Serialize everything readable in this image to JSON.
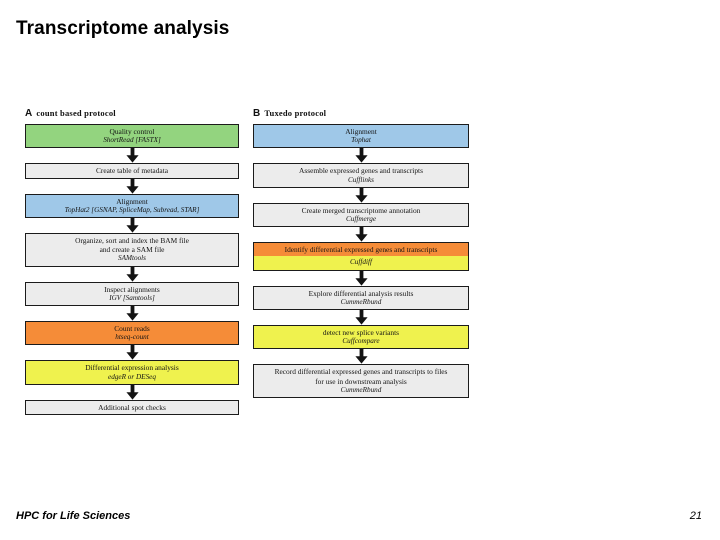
{
  "slide": {
    "title": "Transcriptome analysis",
    "footer_text": "HPC for Life Sciences",
    "page_number": "21"
  },
  "colors": {
    "green": "#93d47f",
    "blue": "#9fc8e8",
    "orange": "#f58c38",
    "yellow": "#eff24e",
    "grey": "#ececec",
    "border": "#1b1b1b"
  },
  "panel_a": {
    "letter": "A",
    "header": "count based protocol",
    "nodes": [
      {
        "fill": "green",
        "line1": "Quality control",
        "tool": "ShortRead [FASTX]"
      },
      {
        "fill": "grey",
        "line1": "Create table of metadata",
        "tool": ""
      },
      {
        "fill": "blue",
        "line1": "Alignment",
        "tool": "TopHat2 [GSNAP, SpliceMap, Subread, STAR]"
      },
      {
        "fill": "grey",
        "line1": "Organize, sort and index the BAM file",
        "line2": "and create a SAM file",
        "tool": "SAMtools"
      },
      {
        "fill": "grey",
        "line1": "Inspect alignments",
        "tool": "IGV [Samtools]"
      },
      {
        "fill": "orange",
        "line1": "Count reads",
        "tool": "htseq-count"
      },
      {
        "fill": "yellow",
        "line1": "Differential expression analysis",
        "tool": "edgeR or DESeq"
      },
      {
        "fill": "grey",
        "line1": "Additional spot checks",
        "tool": ""
      }
    ]
  },
  "panel_b": {
    "letter": "B",
    "header": "Tuxedo protocol",
    "nodes": [
      {
        "fill": "blue",
        "line1": "Alignment",
        "tool": "Tophat"
      },
      {
        "fill": "grey",
        "line1": "Assemble expressed genes and transcripts",
        "tool": "Cufflinks"
      },
      {
        "fill": "grey",
        "line1": "Create merged transcriptome annotation",
        "tool": "Cuffmerge"
      },
      {
        "fill": "split",
        "line1": "Identify differential expressed genes and transcripts",
        "tool": "Cuffdiff"
      },
      {
        "fill": "grey",
        "line1": "Explore differential analysis results",
        "tool": "CummeRbund"
      },
      {
        "fill": "yellow",
        "line1": "detect new splice variants",
        "tool": "Cuffcompare"
      },
      {
        "fill": "grey",
        "line1": "Record differential expressed genes and transcripts to files",
        "line2": "for use in downstream analysis",
        "tool": "CummeRbund"
      }
    ]
  }
}
